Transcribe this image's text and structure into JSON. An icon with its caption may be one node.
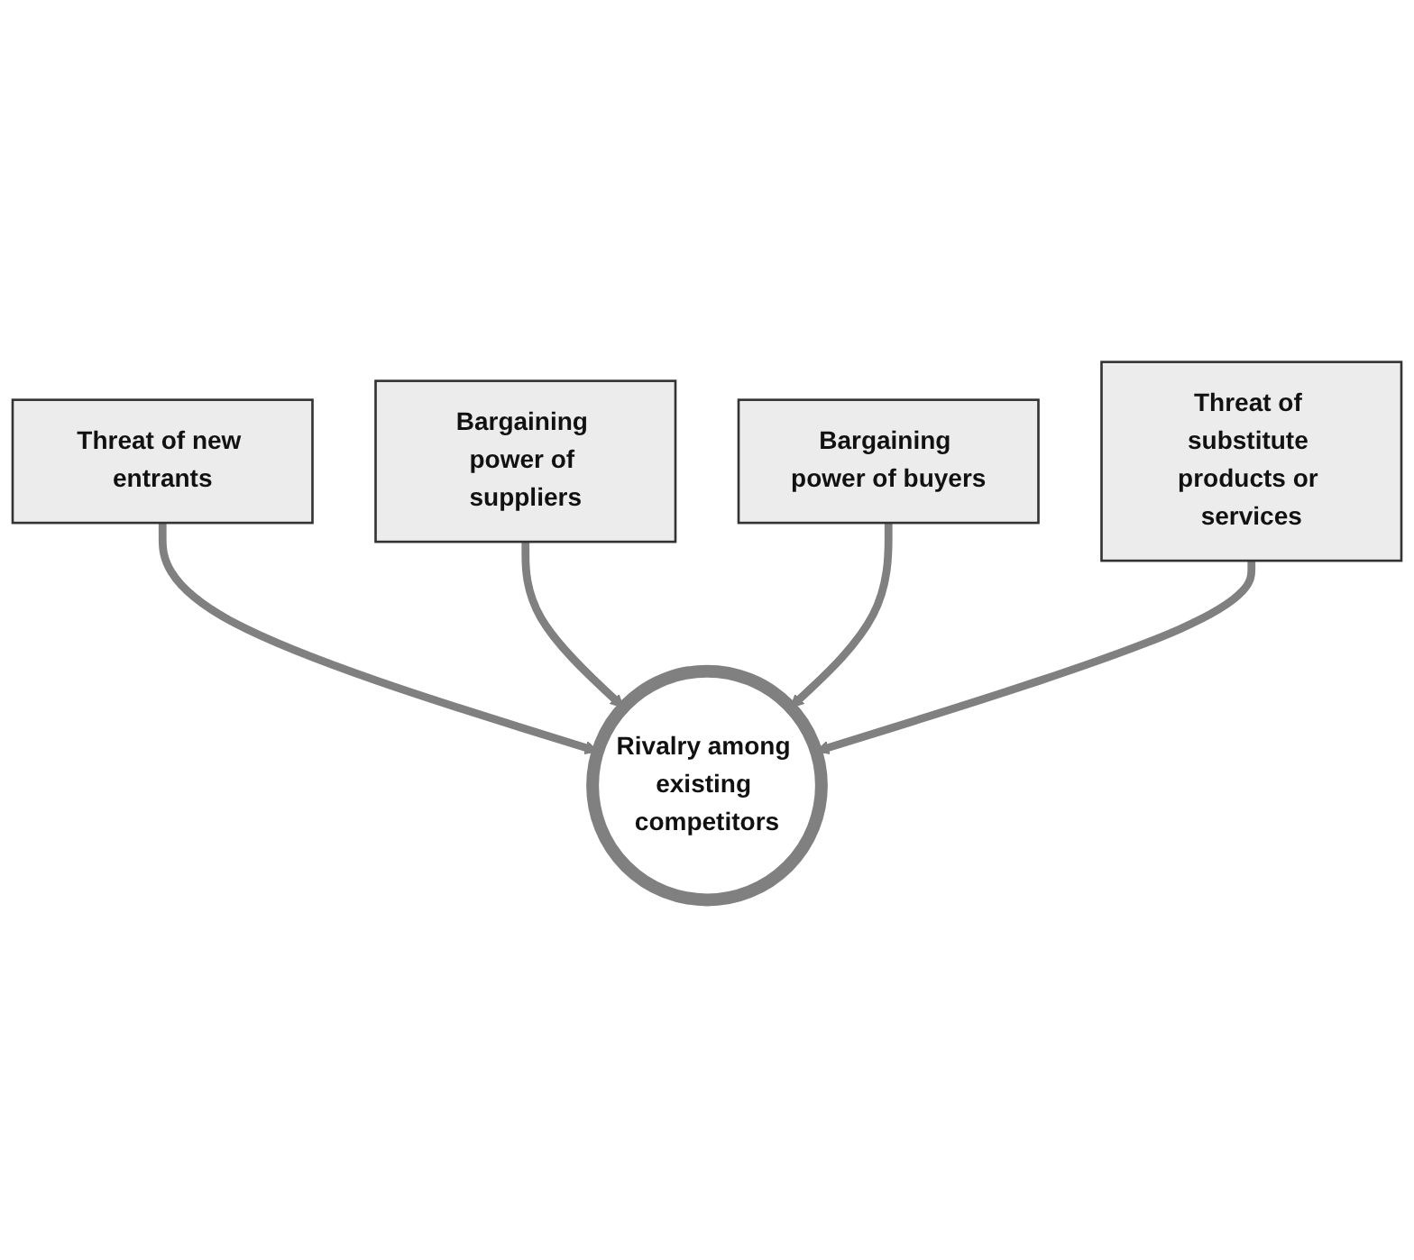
{
  "diagram": {
    "nodes": [
      {
        "text": [
          "Threat of new entrants"
        ]
      },
      {
        "text": [
          "Bargaining power of suppliers"
        ]
      },
      {
        "text": [
          "Rivalry among existing competitors"
        ]
      },
      {
        "text": [
          "Bargaining power of buyers"
        ]
      },
      {
        "text": [
          "Threat of substitute products or services"
        ]
      }
    ],
    "edges": [
      {
        "from": 0,
        "to": 2,
        "arrow": "to"
      },
      {
        "from": 1,
        "to": 2,
        "arrow": "to"
      },
      {
        "from": 3,
        "to": 2,
        "arrow": "to"
      },
      {
        "from": 4,
        "to": 2,
        "arrow": "to"
      }
    ]
  }
}
